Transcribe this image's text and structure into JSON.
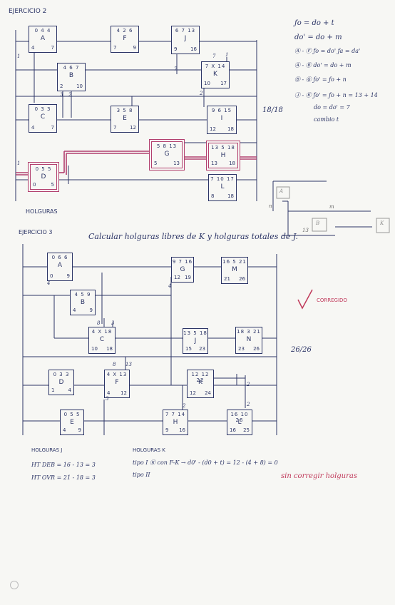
{
  "ex2": {
    "title": "EJERCICIO 2",
    "nodes": {
      "A": {
        "name": "A",
        "top": "0 4 4",
        "bl": "4",
        "br": "7"
      },
      "F": {
        "name": "F",
        "top": "4 2 6",
        "bl": "7",
        "br": "9"
      },
      "J": {
        "name": "J",
        "top": "6 7 13",
        "bl": "9",
        "br": "16"
      },
      "B": {
        "name": "B",
        "top": "4 6 7",
        "bl": "2",
        "br": "10"
      },
      "K": {
        "name": "K",
        "top": "7 X 14",
        "bl": "10",
        "br": "17"
      },
      "C": {
        "name": "C",
        "top": "0 3 3",
        "bl": "4",
        "br": "7"
      },
      "E": {
        "name": "E",
        "top": "3 5 8",
        "bl": "7",
        "br": "12"
      },
      "I": {
        "name": "I",
        "top": "9 6 15",
        "bl": "12",
        "br": "18"
      },
      "G": {
        "name": "G",
        "top": "5 8 13",
        "bl": "5",
        "br": "13"
      },
      "H": {
        "name": "H",
        "top": "13 5 18",
        "bl": "13",
        "br": "18"
      },
      "D": {
        "name": "D",
        "top": "0 5 5",
        "bl": "0",
        "br": "5"
      },
      "L": {
        "name": "L",
        "top": "7 10 17",
        "bl": "8",
        "br": "18"
      }
    },
    "labels": [
      "1",
      "7",
      "3",
      "2",
      "2",
      "1",
      "7",
      "1"
    ],
    "holguras": "HOLGURAS",
    "score": "18/18",
    "formulas": [
      "ƒo = do + t",
      "do' = do + m",
      "Ⓐ - Ⓕ  ƒo = do'  ƒa = da'",
      "Ⓐ - Ⓑ  do' = do + m",
      "Ⓑ - Ⓖ  ƒo' = ƒo + n",
      "Ⓙ - Ⓚ  ƒo' = ƒo + n = 13 + 14",
      "do = do' = 7",
      "cambio t"
    ],
    "side_labels": {
      "a": "A",
      "b": "B",
      "c": "K",
      "n": "n",
      "m": "m",
      "z": "13"
    }
  },
  "ex3": {
    "title": "EJERCICIO 3",
    "prompt": "Calcular holguras libres de K y holguras totales de J.",
    "nodes": {
      "A": {
        "name": "A",
        "top": "0 6 6",
        "bl": "0",
        "br": "9"
      },
      "G": {
        "name": "G",
        "top": "9 7 16",
        "bl": "12",
        "br": "19"
      },
      "M": {
        "name": "M",
        "top": "16 5 21",
        "bl": "21",
        "br": "26"
      },
      "B": {
        "name": "B",
        "top": "4 5 9",
        "bl": "4",
        "br": "9"
      },
      "C": {
        "name": "C",
        "top": "4 X 18",
        "bl": "10",
        "br": "18"
      },
      "J": {
        "name": "J",
        "top": "13 5 18",
        "bl": "15",
        "br": "23"
      },
      "N": {
        "name": "N",
        "top": "18 3 21",
        "bl": "23",
        "br": "26"
      },
      "D": {
        "name": "D",
        "top": "0 3 3",
        "bl": "1",
        "br": "4"
      },
      "F": {
        "name": "F",
        "top": "4 X 13",
        "bl": "4",
        "br": "12"
      },
      "K": {
        "name": "K",
        "top": "12 12 22",
        "bl": "12",
        "br": "24"
      },
      "E": {
        "name": "E",
        "top": "0 5 5",
        "bl": "4",
        "br": "9"
      },
      "H": {
        "name": "H",
        "top": "7 7 14",
        "bl": "9",
        "br": "16"
      },
      "L": {
        "name": "L",
        "top": "16 10 26",
        "bl": "16",
        "br": "25"
      }
    },
    "labels": [
      "4",
      "4",
      "8",
      "3",
      "8",
      "13",
      "3",
      "2",
      "2",
      "2"
    ],
    "corregido": "CORREGIDO",
    "score": "26/26",
    "holguras_j": {
      "title": "HOLGURAS J",
      "line1": "HT DEB = 16 - 13 = 3",
      "line2": "HT OVR = 21 - 18 = 3"
    },
    "holguras_k": {
      "title": "HOLGURAS K",
      "line1": "tipo I  Ⓚ  con F-K →  d0' - (d0 + t)  =  12 - (4 + 8)  = 0",
      "line2": "tipo II"
    },
    "note": "sin corregir holguras"
  },
  "colors": {
    "ink": "#2c3566",
    "critical": "#b2406e",
    "check": "#c0395a"
  }
}
